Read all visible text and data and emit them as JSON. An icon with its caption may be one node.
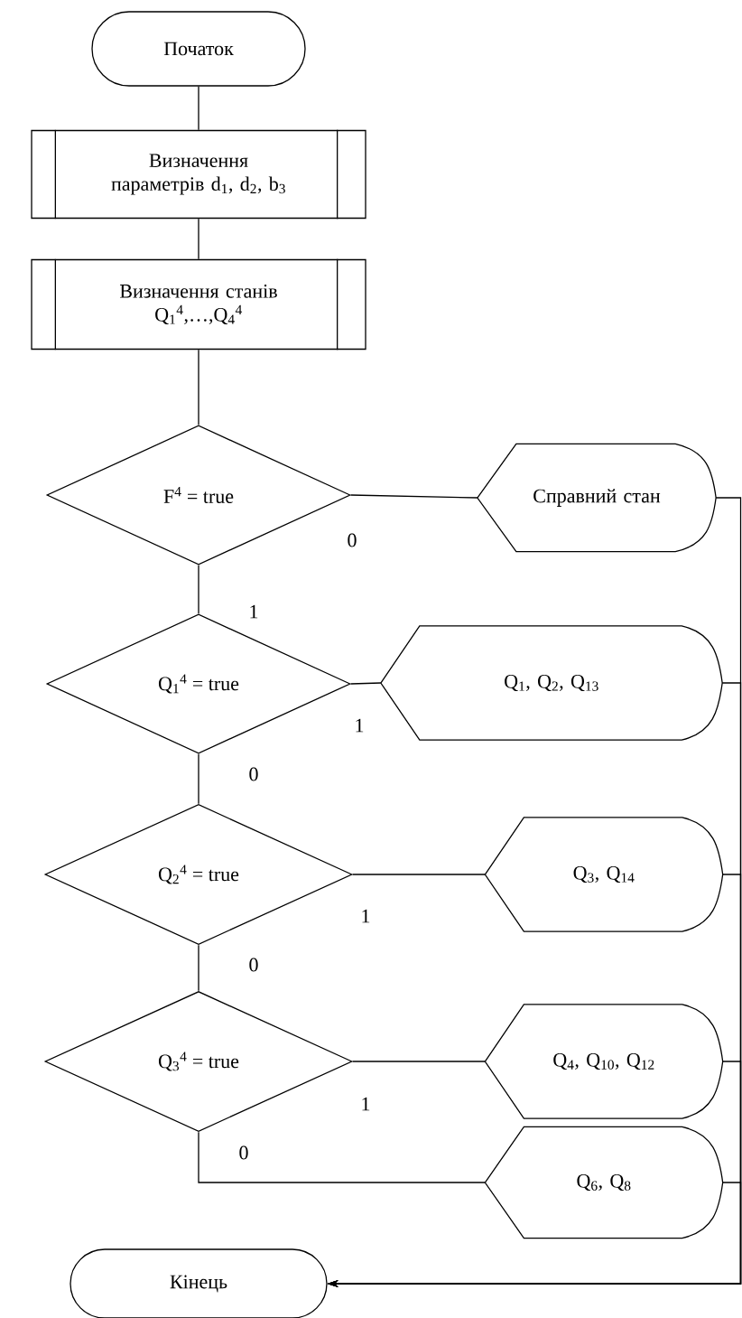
{
  "diagram": {
    "nodes": [
      {
        "text": [
          "Початок"
        ]
      },
      {
        "text": [
          "Визначення параметрів d$_{1}$, d$_{2}$, b$_{3}$"
        ]
      },
      {
        "text": [
          "Визначення станів",
          "Q$_{1}$$^{4}$,…,Q$_{4}$$^{4}$"
        ]
      },
      {
        "text": [
          "F$^{4}$ = true"
        ]
      },
      {
        "text": [
          "Справний стан"
        ]
      },
      {
        "text": [
          "Q$_{1}$$^{4}$ = true"
        ]
      },
      {
        "text": [
          "Q$_{1}$, Q$_{2}$, Q$_{13}$"
        ]
      },
      {
        "text": [
          "Q$_{2}$$^{4}$ = true"
        ]
      },
      {
        "text": [
          "Q$_{3}$, Q$_{14}$"
        ]
      },
      {
        "text": [
          "Q$_{3}$$^{4}$ = true"
        ]
      },
      {
        "text": [
          "Q$_{4}$, Q$_{10}$, Q$_{12}$"
        ]
      },
      {
        "text": [
          "Q$_{6}$, Q$_{8}$"
        ]
      },
      {
        "text": [
          "Кінець"
        ]
      }
    ],
    "edges": [
      {
        "from": 0,
        "to": 1,
        "arrow": "none"
      },
      {
        "from": 1,
        "to": 2,
        "arrow": "none"
      },
      {
        "from": 2,
        "to": 3,
        "arrow": "none"
      },
      {
        "from": 3,
        "to": 4,
        "arrow": "none",
        "label": "0"
      },
      {
        "from": 3,
        "to": 5,
        "arrow": "none",
        "label": "1"
      },
      {
        "from": 5,
        "to": 6,
        "arrow": "none",
        "label": "1"
      },
      {
        "from": 5,
        "to": 7,
        "arrow": "none",
        "label": "0"
      },
      {
        "from": 7,
        "to": 8,
        "arrow": "none",
        "label": "1"
      },
      {
        "from": 7,
        "to": 9,
        "arrow": "none",
        "label": "0"
      },
      {
        "from": 9,
        "to": 10,
        "arrow": "none",
        "label": "1"
      },
      {
        "from": 9,
        "to": 11,
        "arrow": "none",
        "label": "0"
      },
      {
        "from": 4,
        "to": 12,
        "arrow": "to"
      },
      {
        "from": 6,
        "to": 12,
        "arrow": "to"
      },
      {
        "from": 8,
        "to": 12,
        "arrow": "to"
      },
      {
        "from": 10,
        "to": 12,
        "arrow": "to"
      },
      {
        "from": 11,
        "to": 12,
        "arrow": "to"
      }
    ]
  }
}
